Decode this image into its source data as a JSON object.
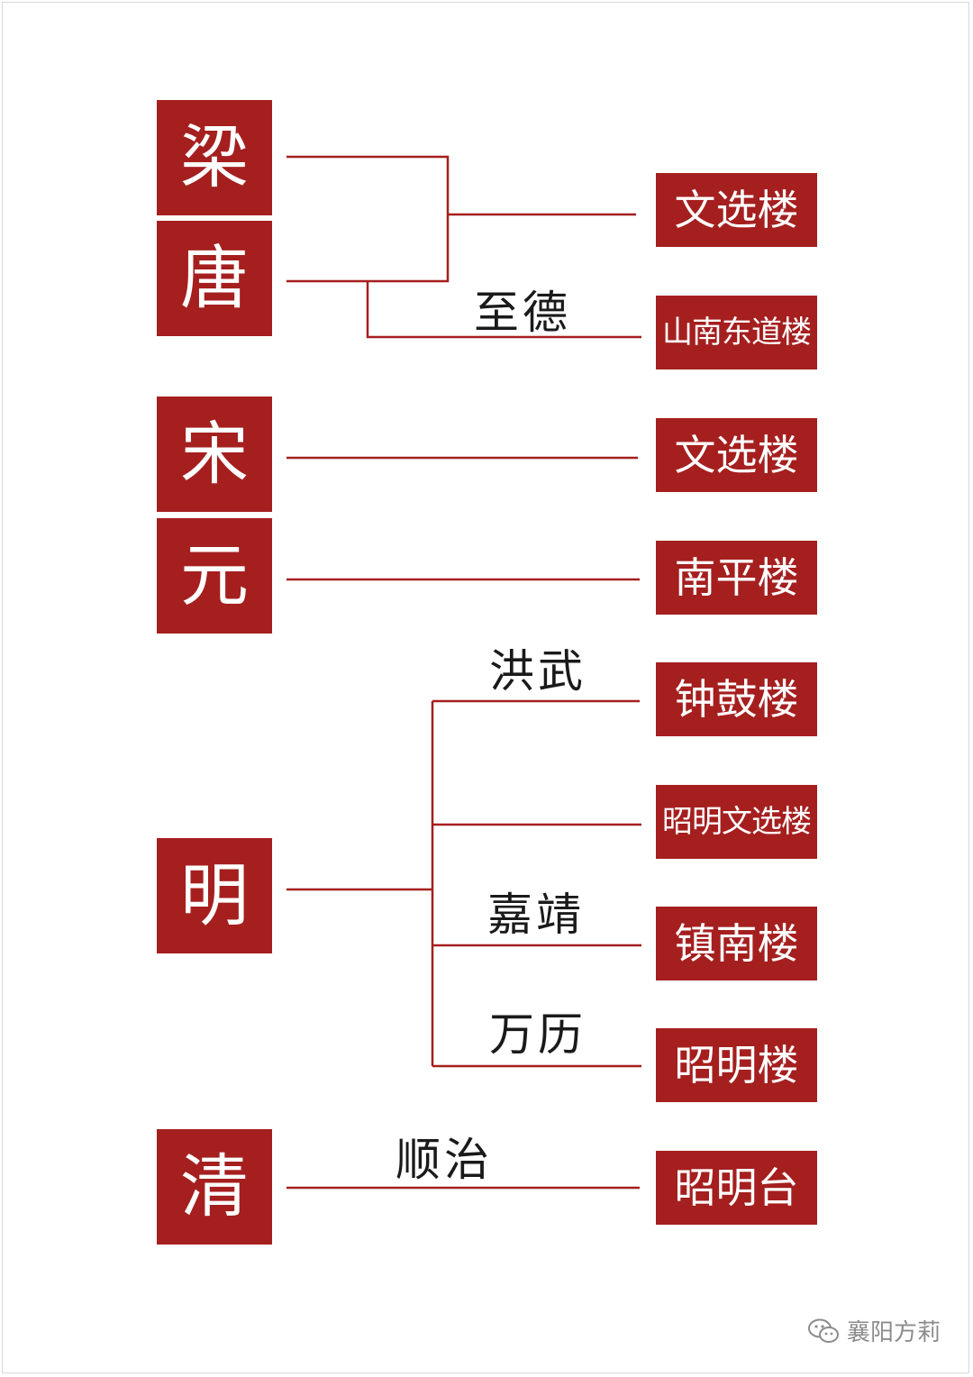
{
  "dynasties": {
    "liang": "梁",
    "tang": "唐",
    "song": "宋",
    "yuan": "元",
    "ming": "明",
    "qing": "清"
  },
  "eras": {
    "zhide": "至德",
    "hongwu": "洪武",
    "jiajing": "嘉靖",
    "wanli": "万历",
    "shunzhi": "顺治"
  },
  "buildings": {
    "liang_tang": "文选楼",
    "tang_zhide": "山南东道楼",
    "song": "文选楼",
    "yuan": "南平楼",
    "ming_hongwu": "钟鼓楼",
    "ming_2": "昭明文选楼",
    "ming_jiajing": "镇南楼",
    "ming_wanli": "昭明楼",
    "qing_shunzhi": "昭明台"
  },
  "watermark": {
    "text": "襄阳方莉",
    "icon": "wechat-icon"
  },
  "colors": {
    "box": "#a51f1f",
    "line": "#a51f1f",
    "text": "#1a1a1a"
  }
}
